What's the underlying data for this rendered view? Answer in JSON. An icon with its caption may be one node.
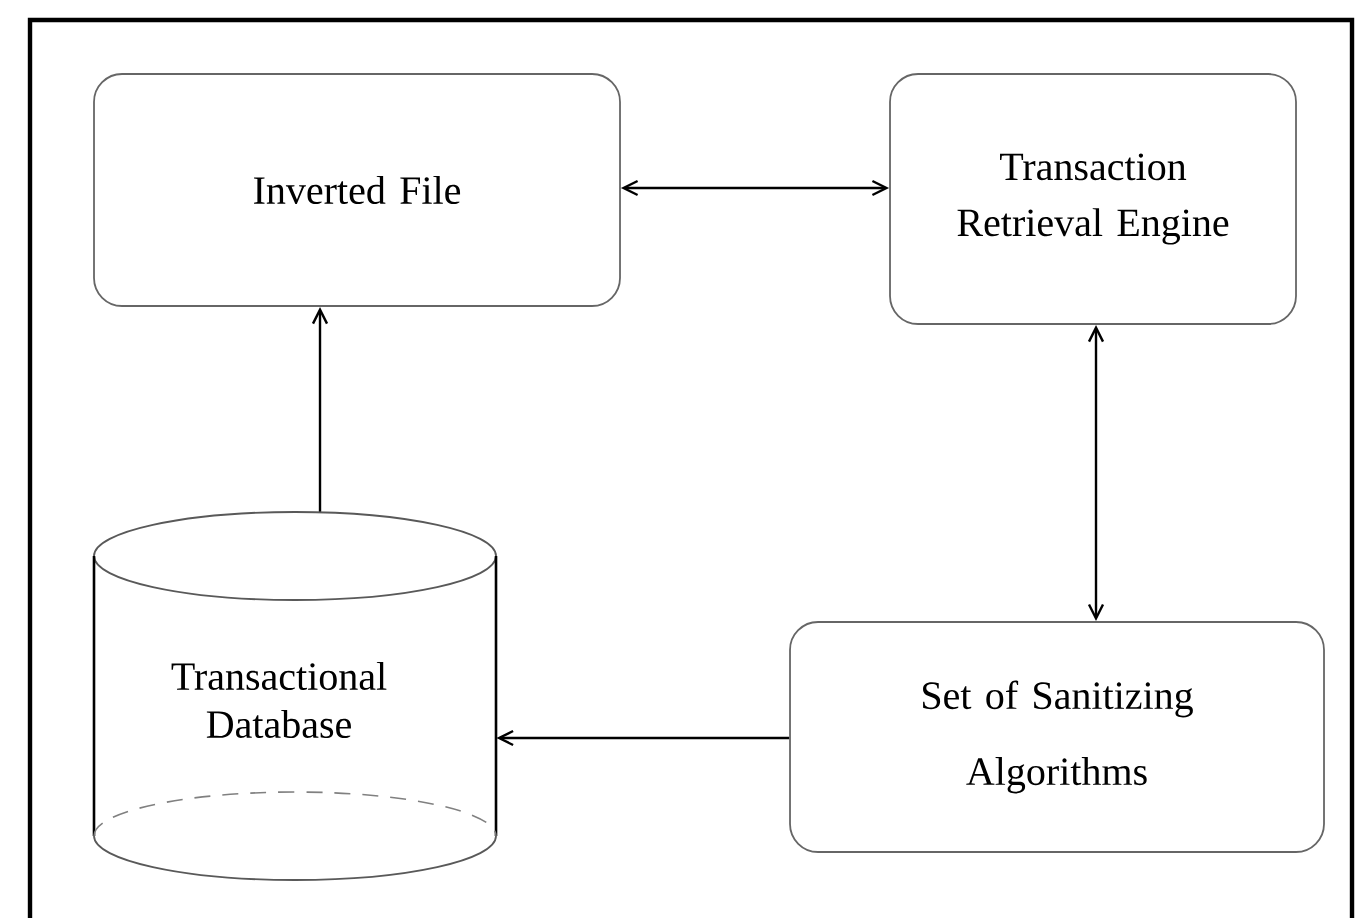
{
  "diagram": {
    "nodes": [
      {
        "text": [
          "Inverted File"
        ]
      },
      {
        "text": [
          "Transaction Retrieval Engine"
        ]
      },
      {
        "text": [
          "Transactional Database"
        ]
      },
      {
        "text": [
          "Set of Sanitizing Algorithms"
        ]
      }
    ],
    "edges": [
      {
        "from": 0,
        "to": 1,
        "arrow": "both"
      },
      {
        "from": 2,
        "to": 0,
        "arrow": "to"
      },
      {
        "from": 1,
        "to": 3,
        "arrow": "both"
      },
      {
        "from": 3,
        "to": 2,
        "arrow": "to"
      }
    ]
  }
}
